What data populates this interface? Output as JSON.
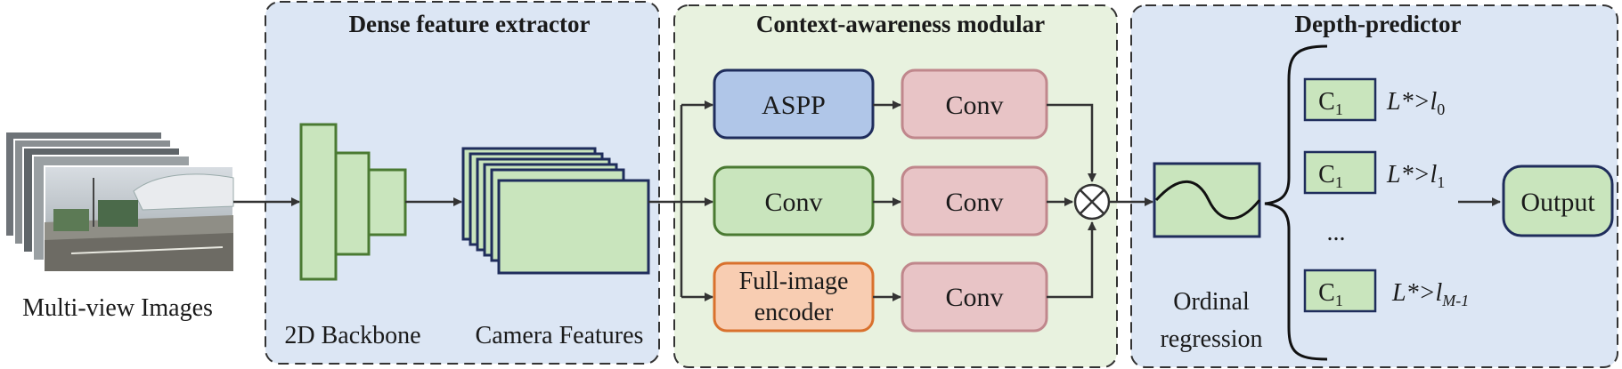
{
  "input": {
    "label": "Multi-view Images"
  },
  "panels": {
    "extractor": {
      "title": "Dense feature extractor",
      "backbone_label": "2D Backbone",
      "features_label": "Camera Features",
      "fill": "#dce6f4"
    },
    "context": {
      "title": "Context-awareness modular",
      "fill": "#e8f2df",
      "branches": [
        {
          "first": "ASPP",
          "second": "Conv"
        },
        {
          "first": "Conv",
          "second": "Conv"
        },
        {
          "first_line1": "Full-image",
          "first_line2": "encoder",
          "second": "Conv"
        }
      ]
    },
    "predictor": {
      "title": "Depth-predictor",
      "fill": "#dce6f4",
      "ordinal_line1": "Ordinal",
      "ordinal_line2": "regression",
      "classifier_label": "C",
      "classifier_sub": "1",
      "rows": [
        {
          "cond": "L*>l",
          "sub": "0"
        },
        {
          "cond": "L*>l",
          "sub": "1"
        },
        {
          "cond": "L*>l",
          "sub": "M-1"
        }
      ],
      "ellipsis": "...",
      "output": "Output"
    }
  },
  "colors": {
    "blue_box": "#b0c6e8",
    "blue_stroke": "#1f2d5c",
    "green_box": "#c9e5bd",
    "green_stroke": "#4a7a32",
    "pink_box": "#e8c4c6",
    "pink_stroke": "#c0878c",
    "orange_box": "#f8cdb2",
    "orange_stroke": "#d9712d",
    "feature_fill": "#c9e5bd",
    "feature_stroke": "#1f2d5c"
  }
}
